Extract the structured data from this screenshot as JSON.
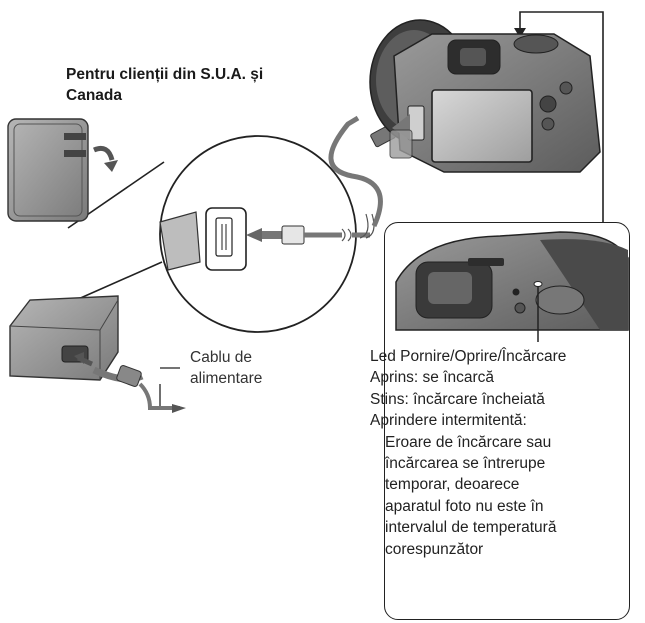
{
  "title": "Pentru clienții din S.U.A. și Canada",
  "cable_label": {
    "line1": "Cablu de",
    "line2": "alimentare"
  },
  "led_info": {
    "heading": "Led Pornire/Oprire/Încărcare",
    "on": "Aprins: se încarcă",
    "off": "Stins: încărcare încheiată",
    "blinking": "Aprindere intermitentă:",
    "blinking_detail": [
      "Eroare de încărcare sau",
      "încărcarea se întrerupe",
      "temporar, deoarece",
      "aparatul foto nu este în",
      "intervalul de temperatură",
      "corespunzător"
    ]
  }
}
